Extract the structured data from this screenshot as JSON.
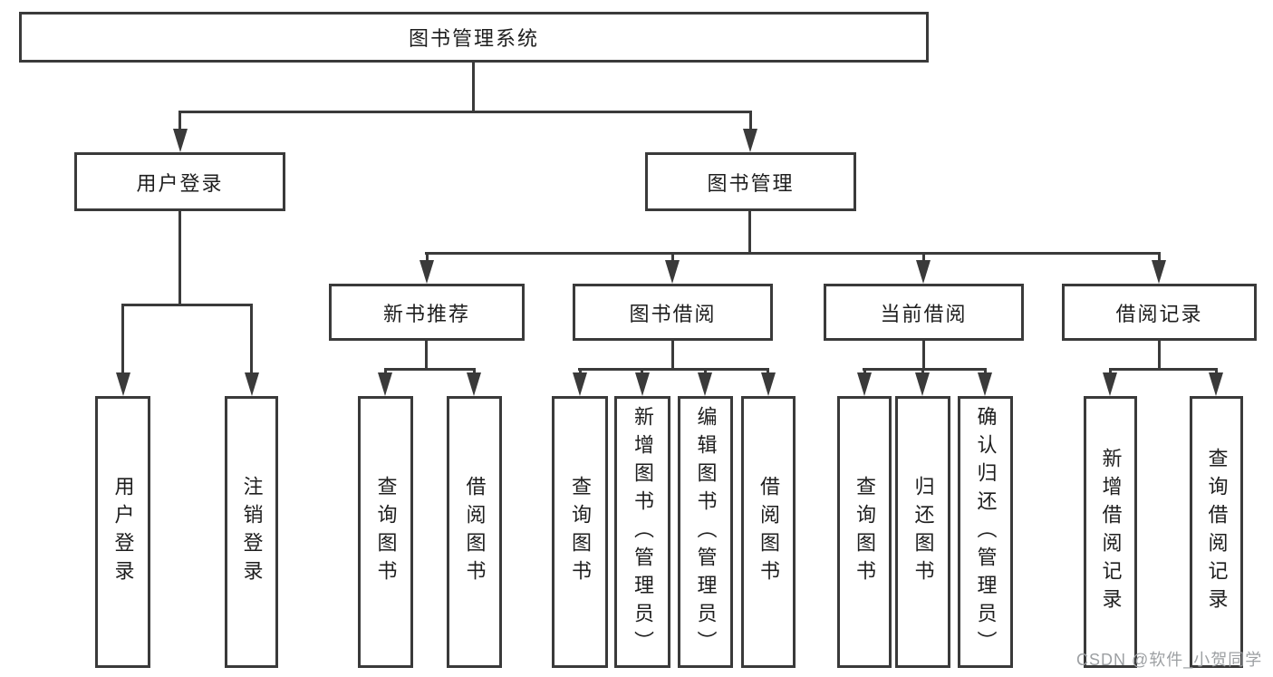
{
  "diagram_type": "hierarchy-flowchart",
  "tree": {
    "root": {
      "label": "图书管理系统"
    },
    "branches": [
      {
        "label": "用户登录",
        "children": [
          {
            "label": "用户登录"
          },
          {
            "label": "注销登录"
          }
        ]
      },
      {
        "label": "图书管理",
        "children": [
          {
            "label": "新书推荐",
            "children": [
              {
                "label": "查询图书"
              },
              {
                "label": "借阅图书"
              }
            ]
          },
          {
            "label": "图书借阅",
            "children": [
              {
                "label": "查询图书"
              },
              {
                "label": "新增图书（管理员）"
              },
              {
                "label": "编辑图书（管理员）"
              },
              {
                "label": "借阅图书"
              }
            ]
          },
          {
            "label": "当前借阅",
            "children": [
              {
                "label": "查询图书"
              },
              {
                "label": "归还图书"
              },
              {
                "label": "确认归还（管理员）"
              }
            ]
          },
          {
            "label": "借阅记录",
            "children": [
              {
                "label": "新增借阅记录"
              },
              {
                "label": "查询借阅记录"
              }
            ]
          }
        ]
      }
    ]
  },
  "watermark": {
    "text": "CSDN @软件_小贺同学"
  },
  "colors": {
    "line": "#3a3a3a",
    "text": "#1e1e1e",
    "background": "#ffffff",
    "watermark": "#9da0a3"
  }
}
